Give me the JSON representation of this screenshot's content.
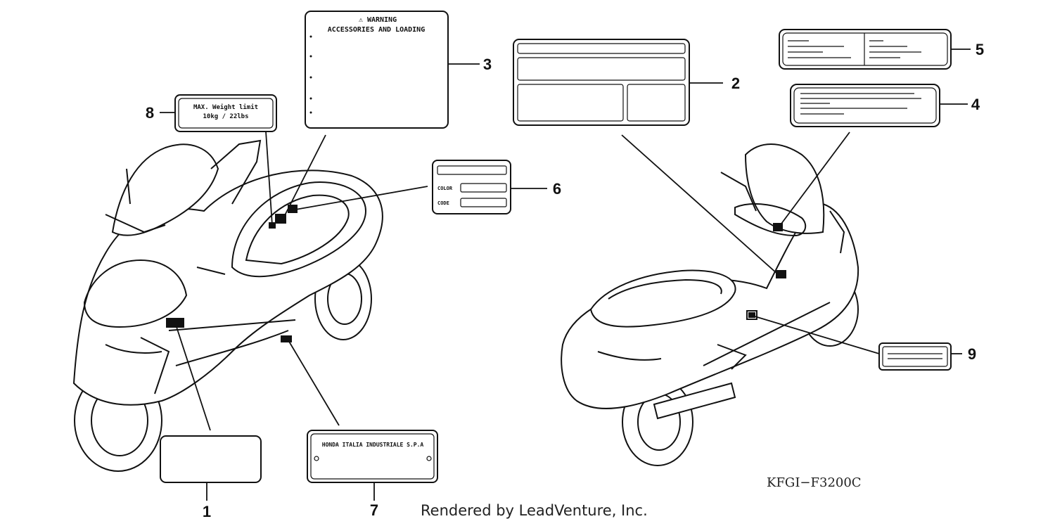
{
  "callouts": [
    "1",
    "2",
    "3",
    "4",
    "5",
    "6",
    "7",
    "8",
    "9"
  ],
  "labels": {
    "warning_title": "⚠ WARNING",
    "warning_subtitle": "ACCESSORIES AND LOADING",
    "weight_line1": "MAX. Weight limit",
    "weight_line2": "10kg / 22lbs",
    "color": "COLOR",
    "code": "CODE",
    "maker_plate": "HONDA ITALIA INDUSTRIALE S.P.A"
  },
  "drawing_code": "KFGI−F3200C",
  "footer": "Rendered by LeadVenture, Inc."
}
